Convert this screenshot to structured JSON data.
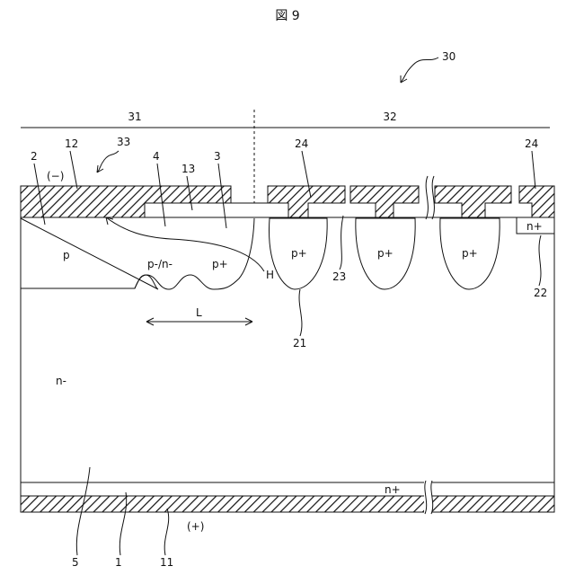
{
  "figure": {
    "title": "図 9",
    "labels": {
      "device": "30",
      "region_31": "31",
      "region_32": "32",
      "electrode_12": "12",
      "region_33": "33",
      "layer_2": "2",
      "minus": "(−)",
      "layer_4": "4",
      "layer_13": "13",
      "layer_3": "3",
      "electrode_24_a": "24",
      "electrode_24_b": "24",
      "p": "p",
      "p_minus_n_minus": "p-/n-",
      "p_plus_3": "p+",
      "p_plus_21": "p+",
      "p_plus_mid": "p+",
      "p_plus_right": "p+",
      "n_plus_22": "n+",
      "H": "H",
      "label_23": "23",
      "label_22": "22",
      "L": "L",
      "label_21": "21",
      "n_minus": "n-",
      "n_plus_bottom": "n+",
      "plus": "(+)",
      "label_5": "5",
      "label_1": "1",
      "label_11": "11"
    }
  }
}
